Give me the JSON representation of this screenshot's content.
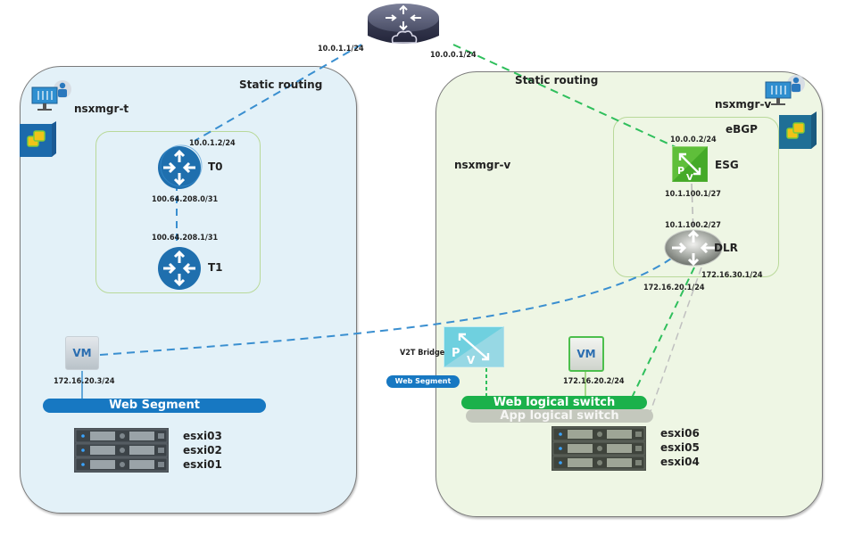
{
  "diagram": {
    "title": "NSX-V to NSX-T migration topology",
    "upstream_router": {
      "icon": "cloud-router-icon",
      "left_ip": "10.0.1.1/24",
      "right_ip": "10.0.0.1/24"
    },
    "nsx_t_site": {
      "manager_label": "nsxmgr-t",
      "routing_label": "Static routing",
      "manager_icon": "management-console-icon",
      "vcenter_icon": "vsphere-icon",
      "t0": {
        "label": "T0",
        "uplink_ip": "10.0.1.2/24",
        "downlink_ip": "100.64.208.0/31"
      },
      "t1": {
        "label": "T1",
        "uplink_ip": "100.64.208.1/31"
      },
      "vm": {
        "label": "VM",
        "ip": "172.16.20.3/24"
      },
      "segment": {
        "label": "Web Segment"
      },
      "hosts": [
        "esxi03",
        "esxi02",
        "esxi01"
      ]
    },
    "nsx_v_site": {
      "manager_label_top": "nsxmgr-v",
      "manager_label_center": "nsxmgr-v",
      "routing_label": "Static routing",
      "bgp_label": "eBGP",
      "manager_icon": "management-console-icon",
      "vcenter_icon": "vsphere-icon",
      "esg": {
        "label": "ESG",
        "uplink_ip": "10.0.0.2/24",
        "internal_ip": "10.1.100.1/27"
      },
      "dlr": {
        "label": "DLR",
        "uplink_ip": "10.1.100.2/27",
        "web_lif_ip": "172.16.20.1/24",
        "app_lif_ip": "172.16.30.1/24"
      },
      "bridge": {
        "label": "V2T Bridge",
        "segment_label": "Web Segment"
      },
      "vm": {
        "label": "VM",
        "ip": "172.16.20.2/24"
      },
      "web_switch": {
        "label": "Web logical switch"
      },
      "app_switch": {
        "label": "App logical switch"
      },
      "hosts": [
        "esxi06",
        "esxi05",
        "esxi04"
      ]
    },
    "colors": {
      "nsx_t_panel": "#e3f1f8",
      "nsx_v_panel": "#eef6e4",
      "nsx_t_link": "#3a8fd0",
      "nsx_v_link": "#2fbf5c",
      "app_link": "#b8b8b8",
      "web_segment": "#1778c2",
      "web_switch": "#1bb14b",
      "app_switch": "#c4c8bd"
    }
  }
}
